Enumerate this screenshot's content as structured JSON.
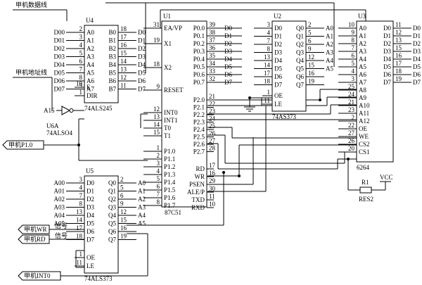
{
  "labels": {
    "data_bus": "甲机数据线",
    "addr_bus": "甲机地址线",
    "p10": "甲机P1.0",
    "wr": "甲机WR",
    "rd": "甲机RD",
    "int0": "甲机INT0",
    "signal": "信号",
    "a15": "A15",
    "u6a": "U6A",
    "also4": "74ALSO4",
    "vcc": "VCC",
    "r1": "R1",
    "res2": "RES2"
  },
  "chips": {
    "u4": {
      "ref": "U4",
      "part": "74ALS245",
      "left_pins": [
        {
          "num": "2",
          "name": "A0",
          "net": "D00"
        },
        {
          "num": "3",
          "name": "A1",
          "net": "D01"
        },
        {
          "num": "4",
          "name": "A2",
          "net": "D02"
        },
        {
          "num": "5",
          "name": "A3",
          "net": "D03"
        },
        {
          "num": "6",
          "name": "A4",
          "net": "D04"
        },
        {
          "num": "7",
          "name": "A5",
          "net": "D05"
        },
        {
          "num": "8",
          "name": "A6",
          "net": "D06"
        },
        {
          "num": "9",
          "name": "A7",
          "net": "D07"
        }
      ],
      "right_pins": [
        {
          "num": "18",
          "name": "B0",
          "net": "D0"
        },
        {
          "num": "17",
          "name": "B1",
          "net": "D1"
        },
        {
          "num": "16",
          "name": "B2",
          "net": "D2"
        },
        {
          "num": "15",
          "name": "B3",
          "net": "D3"
        },
        {
          "num": "14",
          "name": "B4",
          "net": "D4"
        },
        {
          "num": "13",
          "name": "B5",
          "net": "D5"
        },
        {
          "num": "12",
          "name": "B6",
          "net": "D6"
        },
        {
          "num": "11",
          "name": "B7",
          "net": "D7"
        }
      ],
      "ctrl": [
        {
          "num": "19",
          "name": "E"
        },
        {
          "num": "1",
          "name": "DIR"
        }
      ]
    },
    "u1": {
      "ref": "U1",
      "part": "87C51",
      "left_pins": [
        {
          "num": "31",
          "name": "EA/VP"
        },
        {
          "num": "19",
          "name": "X1"
        },
        {
          "num": "18",
          "name": "X2"
        },
        {
          "num": "9",
          "name": "RESET"
        },
        {
          "num": "12",
          "name": "INT0"
        },
        {
          "num": "13",
          "name": "INT1"
        },
        {
          "num": "14",
          "name": "T0"
        },
        {
          "num": "15",
          "name": "T1"
        },
        {
          "num": "1",
          "name": "P1.0"
        },
        {
          "num": "2",
          "name": "P1.1"
        },
        {
          "num": "3",
          "name": "P1.2"
        },
        {
          "num": "4",
          "name": "P1.3"
        },
        {
          "num": "5",
          "name": "P1.4"
        },
        {
          "num": "6",
          "name": "P1.5"
        },
        {
          "num": "7",
          "name": "P1.6"
        },
        {
          "num": "8",
          "name": "P1.7"
        }
      ],
      "p0_pins": [
        {
          "num": "39",
          "name": "P0.0",
          "net": "D0"
        },
        {
          "num": "38",
          "name": "P0.1",
          "net": "D1"
        },
        {
          "num": "37",
          "name": "P0.2",
          "net": "D2"
        },
        {
          "num": "36",
          "name": "P0.3",
          "net": "D3"
        },
        {
          "num": "35",
          "name": "P0.4",
          "net": "D4"
        },
        {
          "num": "34",
          "name": "P0.5",
          "net": "D5"
        },
        {
          "num": "33",
          "name": "P0.6",
          "net": "D6"
        },
        {
          "num": "32",
          "name": "P0.7",
          "net": "D7"
        }
      ],
      "p2_pins": [
        {
          "num": "21",
          "name": "P2.0"
        },
        {
          "num": "22",
          "name": "P2.1"
        },
        {
          "num": "23",
          "name": "P2.2"
        },
        {
          "num": "24",
          "name": "P2.3"
        },
        {
          "num": "25",
          "name": "P2.4"
        },
        {
          "num": "26",
          "name": "P2.5"
        },
        {
          "num": "27",
          "name": "P2.6"
        },
        {
          "num": "28",
          "name": "P2.7"
        }
      ],
      "p3_pins": [
        {
          "num": "17",
          "name": "RD"
        },
        {
          "num": "16",
          "name": "WR"
        },
        {
          "num": "29",
          "name": "PSEN"
        },
        {
          "num": "30",
          "name": "ALE/P"
        },
        {
          "num": "11",
          "name": "TXD"
        },
        {
          "num": "10",
          "name": "RXD"
        }
      ]
    },
    "u2": {
      "ref": "U2",
      "part": "74AS373",
      "left_pins": [
        {
          "num": "3",
          "name": "D0"
        },
        {
          "num": "4",
          "name": "D1"
        },
        {
          "num": "7",
          "name": "D2"
        },
        {
          "num": "8",
          "name": "D3"
        },
        {
          "num": "13",
          "name": "D4"
        },
        {
          "num": "14",
          "name": "D5"
        },
        {
          "num": "17",
          "name": "D6"
        },
        {
          "num": "18",
          "name": "D7"
        }
      ],
      "right_pins": [
        {
          "num": "2",
          "name": "Q0",
          "net": "A0"
        },
        {
          "num": "5",
          "name": "Q1",
          "net": "A1"
        },
        {
          "num": "6",
          "name": "Q2",
          "net": "A2"
        },
        {
          "num": "9",
          "name": "Q3",
          "net": "A3"
        },
        {
          "num": "12",
          "name": "Q4",
          "net": "A4"
        },
        {
          "num": "15",
          "name": "Q5",
          "net": "A5"
        },
        {
          "num": "16",
          "name": "Q6",
          "net": ""
        },
        {
          "num": "19",
          "name": "Q7",
          "net": ""
        }
      ],
      "ctrl": [
        {
          "num": "1",
          "name": "OE"
        },
        {
          "num": "11",
          "name": "LE"
        }
      ]
    },
    "u3": {
      "ref": "U3",
      "part": "6264",
      "left_pins": [
        {
          "num": "10",
          "name": "A0"
        },
        {
          "num": "9",
          "name": "A1"
        },
        {
          "num": "8",
          "name": "A2"
        },
        {
          "num": "7",
          "name": "A3"
        },
        {
          "num": "6",
          "name": "A4"
        },
        {
          "num": "5",
          "name": "A5"
        },
        {
          "num": "4",
          "name": "A6"
        },
        {
          "num": "3",
          "name": "A7"
        },
        {
          "num": "25",
          "name": "A8"
        },
        {
          "num": "24",
          "name": "A9"
        },
        {
          "num": "21",
          "name": "A10"
        },
        {
          "num": "23",
          "name": "A11"
        },
        {
          "num": "2",
          "name": "A12"
        },
        {
          "num": "22",
          "name": "OE"
        },
        {
          "num": "27",
          "name": "WE"
        },
        {
          "num": "26",
          "name": "CS2"
        },
        {
          "num": "20",
          "name": "CS1"
        }
      ],
      "right_pins": [
        {
          "num": "11",
          "name": "D0",
          "net": "D0"
        },
        {
          "num": "12",
          "name": "D1",
          "net": "D1"
        },
        {
          "num": "13",
          "name": "D2",
          "net": "D2"
        },
        {
          "num": "15",
          "name": "D3",
          "net": "D3"
        },
        {
          "num": "16",
          "name": "D4",
          "net": "D4"
        },
        {
          "num": "17",
          "name": "D5",
          "net": "D5"
        },
        {
          "num": "18",
          "name": "D6",
          "net": "D6"
        },
        {
          "num": "19",
          "name": "D7",
          "net": "D7"
        }
      ]
    },
    "u5": {
      "ref": "U5",
      "part": "74ALS373",
      "left_pins": [
        {
          "num": "3",
          "name": "D0",
          "net": "A00"
        },
        {
          "num": "4",
          "name": "D1",
          "net": "A01"
        },
        {
          "num": "7",
          "name": "D2",
          "net": "A02"
        },
        {
          "num": "8",
          "name": "D3",
          "net": "A03"
        },
        {
          "num": "13",
          "name": "D4",
          "net": "A04"
        },
        {
          "num": "14",
          "name": "D5",
          "net": "A05"
        },
        {
          "num": "17",
          "name": "D6",
          "net": ""
        },
        {
          "num": "18",
          "name": "D7",
          "net": ""
        }
      ],
      "right_pins": [
        {
          "num": "2",
          "name": "Q0",
          "net": "A0"
        },
        {
          "num": "5",
          "name": "Q1",
          "net": "A1"
        },
        {
          "num": "6",
          "name": "Q2",
          "net": "A2"
        },
        {
          "num": "9",
          "name": "Q3",
          "net": "A3"
        },
        {
          "num": "12",
          "name": "Q4",
          "net": "A4"
        },
        {
          "num": "15",
          "name": "Q5",
          "net": "A5"
        },
        {
          "num": "16",
          "name": "Q6",
          "net": ""
        },
        {
          "num": "19",
          "name": "Q7",
          "net": ""
        }
      ],
      "ctrl": [
        {
          "num": "1",
          "name": "OE"
        },
        {
          "num": "11",
          "name": "LE"
        }
      ]
    }
  }
}
